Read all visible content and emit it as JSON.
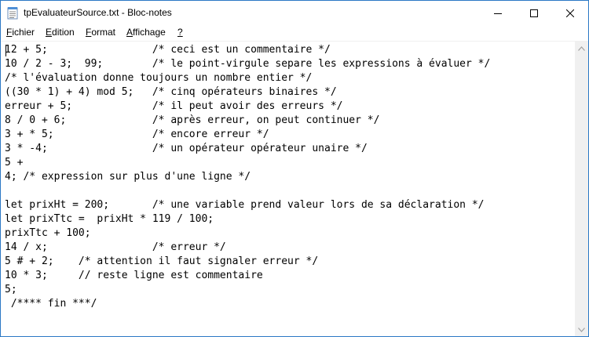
{
  "window": {
    "title": "tpEvaluateurSource.txt - Bloc-notes",
    "controls": {
      "minimize": "minimize-icon",
      "maximize": "maximize-icon",
      "close": "close-icon"
    }
  },
  "menu": [
    {
      "accel": "F",
      "rest": "ichier"
    },
    {
      "accel": "E",
      "rest": "dition"
    },
    {
      "accel": "F",
      "rest": "ormat",
      "pre": ""
    },
    {
      "accel": "A",
      "rest": "ffichage"
    },
    {
      "accel": "?",
      "rest": ""
    }
  ],
  "editor": {
    "lines": [
      "12 + 5;                 /* ceci est un commentaire */",
      "10 / 2 - 3;  99;        /* le point-virgule separe les expressions à évaluer */",
      "/* l'évaluation donne toujours un nombre entier */",
      "((30 * 1) + 4) mod 5;   /* cinq opérateurs binaires */",
      "erreur + 5;             /* il peut avoir des erreurs */",
      "8 / 0 + 6;              /* après erreur, on peut continuer */",
      "3 + * 5;                /* encore erreur */",
      "3 * -4;                 /* un opérateur opérateur unaire */",
      "5 +",
      "4; /* expression sur plus d'une ligne */",
      "",
      "let prixHt = 200;       /* une variable prend valeur lors de sa déclaration */",
      "let prixTtc =  prixHt * 119 / 100;",
      "prixTtc + 100;",
      "14 / x;                 /* erreur */",
      "5 # + 2;    /* attention il faut signaler erreur */",
      "10 * 3;     // reste ligne est commentaire",
      "5;",
      " /**** fin ***/"
    ]
  },
  "colors": {
    "border_accent": "#2b78c5",
    "text": "#000000",
    "scrollbar_track": "#f0f0f0"
  }
}
